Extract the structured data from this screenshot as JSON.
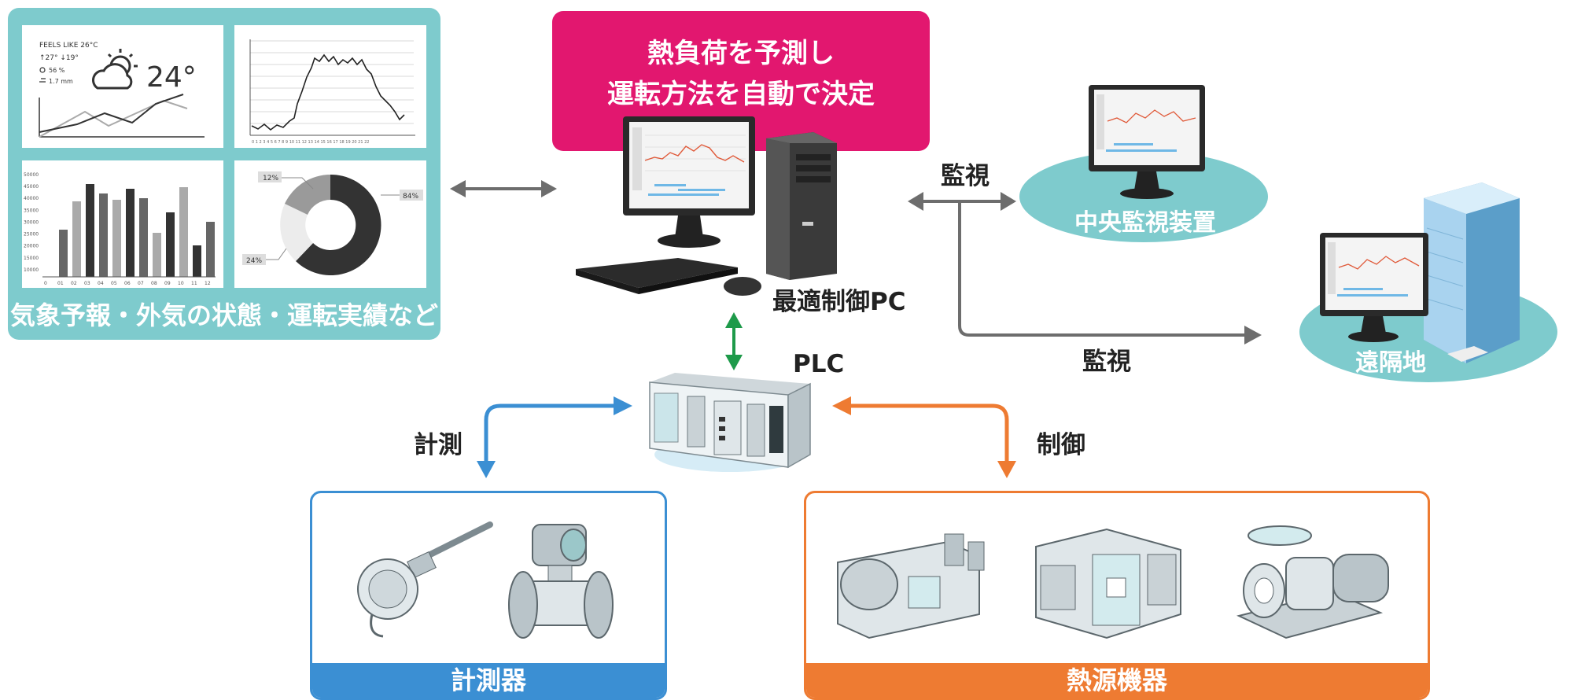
{
  "weather_panel": {
    "caption": "気象予報・外気の状態・運転実績など",
    "weather_card": {
      "feels_like": "FEELS LIKE 26°C",
      "hi_lo": "↑27° ↓19°",
      "humidity": "56 %",
      "rain": "1.7 mm",
      "temperature": "24°"
    },
    "bar_card": {
      "y_ticks": [
        "50000",
        "45000",
        "40000",
        "35000",
        "30000",
        "25000",
        "20000",
        "15000",
        "10000"
      ],
      "x_ticks": [
        "0",
        "01",
        "02",
        "03",
        "04",
        "05",
        "06",
        "07",
        "08",
        "09",
        "10",
        "11",
        "12"
      ]
    },
    "donut_card": {
      "labels": [
        "12%",
        "84%",
        "24%"
      ]
    }
  },
  "prediction_box": {
    "line1": "熱負荷を予測し",
    "line2": "運転方法を自動で決定"
  },
  "optimal_pc_label": "最適制御PC",
  "plc_label": "PLC",
  "monitor_label_top": "監視",
  "monitor_label_bottom": "監視",
  "central_monitor_label": "中央監視装置",
  "remote_label": "遠隔地",
  "measure_arrow_label": "計測",
  "control_arrow_label": "制御",
  "measuring_box_label": "計測器",
  "heat_source_box_label": "熱源機器",
  "colors": {
    "teal": "#7ecbcd",
    "pink": "#e2176f",
    "blue": "#3b8fd3",
    "orange": "#ee7b32",
    "green": "#1e9a4a",
    "gray_arrow": "#6d6d6d"
  }
}
